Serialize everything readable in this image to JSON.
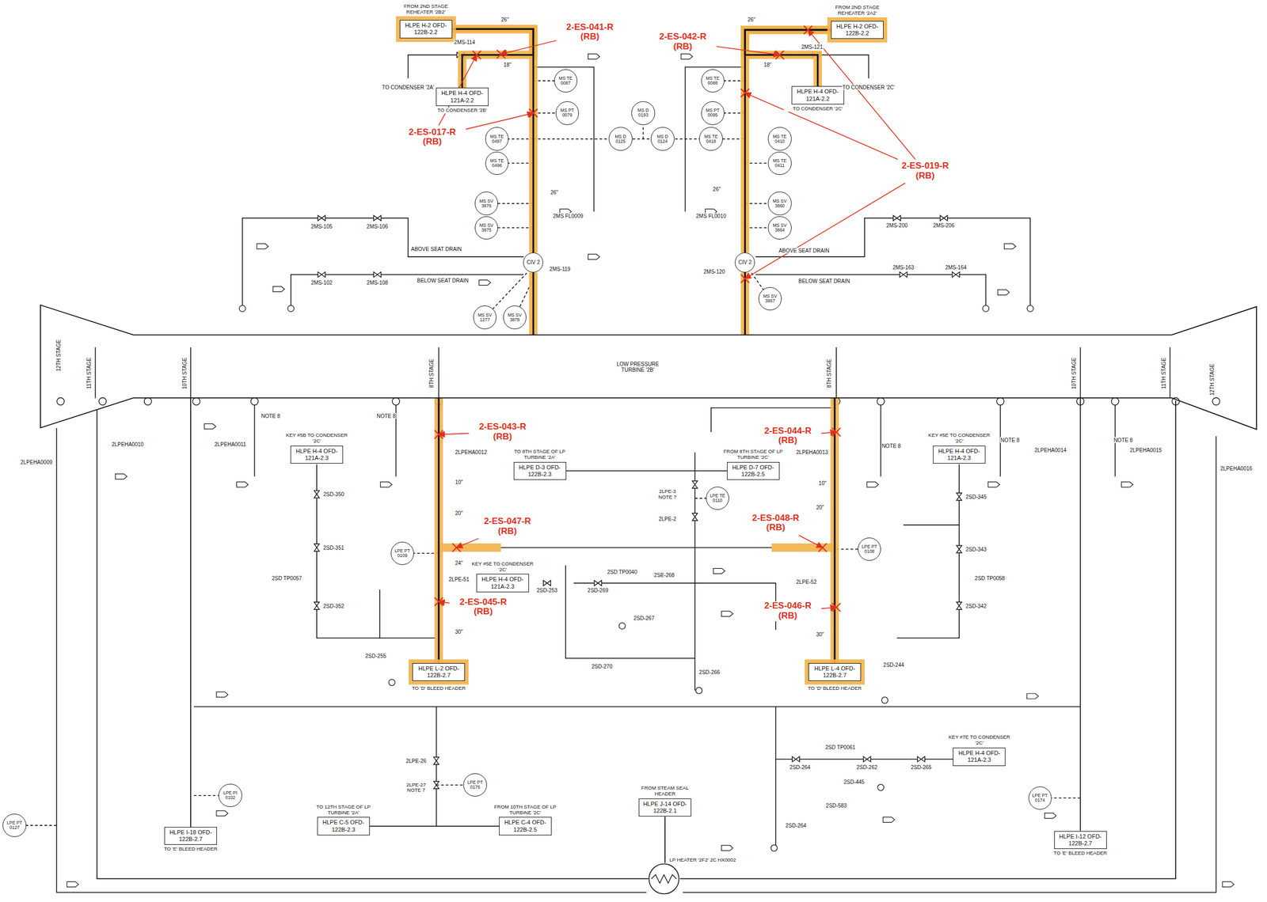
{
  "diagram": {
    "nodes": [
      {
        "text": [
          "FROM 2ND STAGE REHEATER '2B2'",
          "HLPE H-2 OFD-122B-2.2"
        ]
      },
      {
        "text": [
          "FROM 2ND STAGE REHEATER '2A2'",
          "HLPE H-2 OFD-122B-2.2"
        ]
      },
      {
        "text": [
          "HLPE H-4 OFD-121A-2.2",
          "TO CONDENSER '2B'"
        ]
      },
      {
        "text": [
          "HLPE H-4 OFD-121A-2.2",
          "TO CONDENSER '2C'"
        ]
      },
      {
        "text": [
          "MS TE 0087"
        ]
      },
      {
        "text": [
          "MS TE 0088"
        ]
      },
      {
        "text": [
          "MS PT 0079"
        ]
      },
      {
        "text": [
          "MS D 0193"
        ]
      },
      {
        "text": [
          "MS PT 0095"
        ]
      },
      {
        "text": [
          "MS TE 0497"
        ]
      },
      {
        "text": [
          "MS D 0125"
        ]
      },
      {
        "text": [
          "MS D 0124"
        ]
      },
      {
        "text": [
          "MS TE 0418"
        ]
      },
      {
        "text": [
          "MS TE 0410"
        ]
      },
      {
        "text": [
          "MS TE 0496"
        ]
      },
      {
        "text": [
          "MS TE 0411"
        ]
      },
      {
        "text": [
          "MS SV 3876"
        ]
      },
      {
        "text": [
          "MS SV 3860"
        ]
      },
      {
        "text": [
          "MS SV 3875"
        ]
      },
      {
        "text": [
          "MS SV 3864"
        ]
      },
      {
        "text": [
          "CIV 2"
        ]
      },
      {
        "text": [
          "CIV 2"
        ]
      },
      {
        "text": [
          "MS SV 3867"
        ]
      },
      {
        "text": [
          "MS SV 1277"
        ]
      },
      {
        "text": [
          "MS SV 3878"
        ]
      },
      {
        "text": [
          "LOW PRESSURE TURBINE '2B'"
        ]
      },
      {
        "text": [
          "KEY #5B TO CONDENSER '2C'",
          "HLPE H-4 OFD-121A-2.3"
        ]
      },
      {
        "text": [
          "TO 8TH STAGE OF LP TURBINE '2A'",
          "HLPE D-3 OFD-122B-2.3"
        ]
      },
      {
        "text": [
          "FROM 8TH STAGE OF LP TURBINE '2C'",
          "HLPE D-7 OFD-122B-2.5"
        ]
      },
      {
        "text": [
          "KEY #5E TO CONDENSER '2C'",
          "HLPE H-4 OFD-121A-2.3"
        ]
      },
      {
        "text": [
          "LPE TE 0110"
        ]
      },
      {
        "text": [
          "LPE PT 0109"
        ]
      },
      {
        "text": [
          "LPE PT 0108"
        ]
      },
      {
        "text": [
          "KEY #5E TO CONDENSER '2C'",
          "HLPE H-4 OFD-121A-2.3"
        ]
      },
      {
        "text": [
          "HLPE L-2 OFD-122B-2.7",
          "TO 'D' BLEED HEADER"
        ]
      },
      {
        "text": [
          "HLPE L-4 OFD-122B-2.7",
          "TO 'D' BLEED HEADER"
        ]
      },
      {
        "text": [
          "KEY #7E TO CONDENSER '2C'",
          "HLPE H-4 OFD-121A-2.3"
        ]
      },
      {
        "text": [
          "LPE PT 0176"
        ]
      },
      {
        "text": [
          "LPE PI 0102"
        ]
      },
      {
        "text": [
          "LPE PT 0174"
        ]
      },
      {
        "text": [
          "LPE PT 0127"
        ]
      },
      {
        "text": [
          "FROM STEAM SEAL HEADER",
          "HLPE J-14 OFD-122B-2.1"
        ]
      },
      {
        "text": [
          "TO 12TH STAGE OF LP TURBINE '2A'",
          "HLPE C-5 OFD-122B-2.3"
        ]
      },
      {
        "text": [
          "FROM 10TH STAGE OF LP TURBINE '2C'",
          "HLPE C-4 OFD-122B-2.5"
        ]
      },
      {
        "text": [
          "HLPE I-18 OFD-122B-2.7",
          "TO 'E' BLEED HEADER"
        ]
      },
      {
        "text": [
          "HLPE I-12 OFD-122B-2.7",
          "TO 'E' BLEED HEADER"
        ]
      },
      {
        "text": [
          "LP HEATER '2F2' 2C HX0002"
        ]
      }
    ],
    "edges": [
      {
        "from": 0,
        "to": 20,
        "arrow": "none"
      },
      {
        "from": 20,
        "to": 25,
        "arrow": "none"
      },
      {
        "from": 1,
        "to": 21,
        "arrow": "none"
      },
      {
        "from": 21,
        "to": 25,
        "arrow": "none"
      },
      {
        "from": 0,
        "to": 2,
        "arrow": "none"
      },
      {
        "from": 1,
        "to": 3,
        "arrow": "none"
      },
      {
        "from": 25,
        "to": 34,
        "arrow": "none"
      },
      {
        "from": 25,
        "to": 35,
        "arrow": "none"
      },
      {
        "from": 25,
        "to": 44,
        "arrow": "none"
      },
      {
        "from": 25,
        "to": 45,
        "arrow": "none"
      },
      {
        "from": 25,
        "to": 46,
        "arrow": "none"
      },
      {
        "from": 25,
        "to": 46,
        "arrow": "none"
      },
      {
        "from": 41,
        "to": 46,
        "arrow": "none"
      }
    ],
    "labels": [
      "2-ES-041-R (RB)",
      "2-ES-042-R (RB)",
      "2-ES-017-R (RB)",
      "2-ES-019-R (RB)",
      "2-ES-043-R (RB)",
      "2-ES-044-R (RB)",
      "2-ES-047-R (RB)",
      "2-ES-048-R (RB)",
      "2-ES-045-R (RB)",
      "2-ES-046-R (RB)",
      "2MS-114",
      "2MS-121",
      "2MS-119",
      "2MS-120",
      "ABOVE SEAT DRAIN",
      "BELOW SEAT DRAIN",
      "ABOVE SEAT DRAIN",
      "BELOW SEAT DRAIN",
      "2MS-105",
      "2MS-106",
      "2MS-102",
      "2MS-108",
      "2MS-200",
      "2MS-206",
      "2MS-163",
      "2MS-164",
      "26\"",
      "26\"",
      "18\"",
      "18\"",
      "26\"",
      "26\"",
      "2MS FL0009",
      "2MS FL0010",
      "TO CONDENSER '2A'",
      "TO CONDENSER '2C'",
      "12TH STAGE",
      "11TH STAGE",
      "10TH STAGE",
      "8TH STAGE",
      "8TH STAGE",
      "10TH STAGE",
      "11TH STAGE",
      "12TH STAGE",
      "2LPEHA0009",
      "2LPEHA0010",
      "2LPEHA0011",
      "2LPEHA0012",
      "2LPEHA0013",
      "2LPEHA0014",
      "2LPEHA0015",
      "2LPEHA0016",
      "NOTE 8",
      "NOTE 8",
      "NOTE 8",
      "NOTE 8",
      "NOTE 8",
      "10\"",
      "10\"",
      "20\"",
      "20\"",
      "24\"",
      "30\"",
      "30\"",
      "2LPE-51",
      "2LPE-52",
      "2SD-350",
      "2SD-351",
      "2SD-352",
      "2SD-345",
      "2SD-343",
      "2SD-342",
      "2SD TP0057",
      "2SD TP0058",
      "2SD-253",
      "2SD-269",
      "2SD TP0040",
      "2SE-268",
      "2SD-267",
      "2SD-270",
      "2SD-255",
      "2SD-266",
      "2SD-244",
      "2SD-264",
      "2SD-262",
      "2SD-265",
      "2SD TP0061",
      "2SD-445",
      "2SD-583",
      "2SD-264",
      "2LPE-26",
      "2LPE-27 NOTE 7",
      "2LPE-3 NOTE 7",
      "2LPE-2"
    ]
  }
}
